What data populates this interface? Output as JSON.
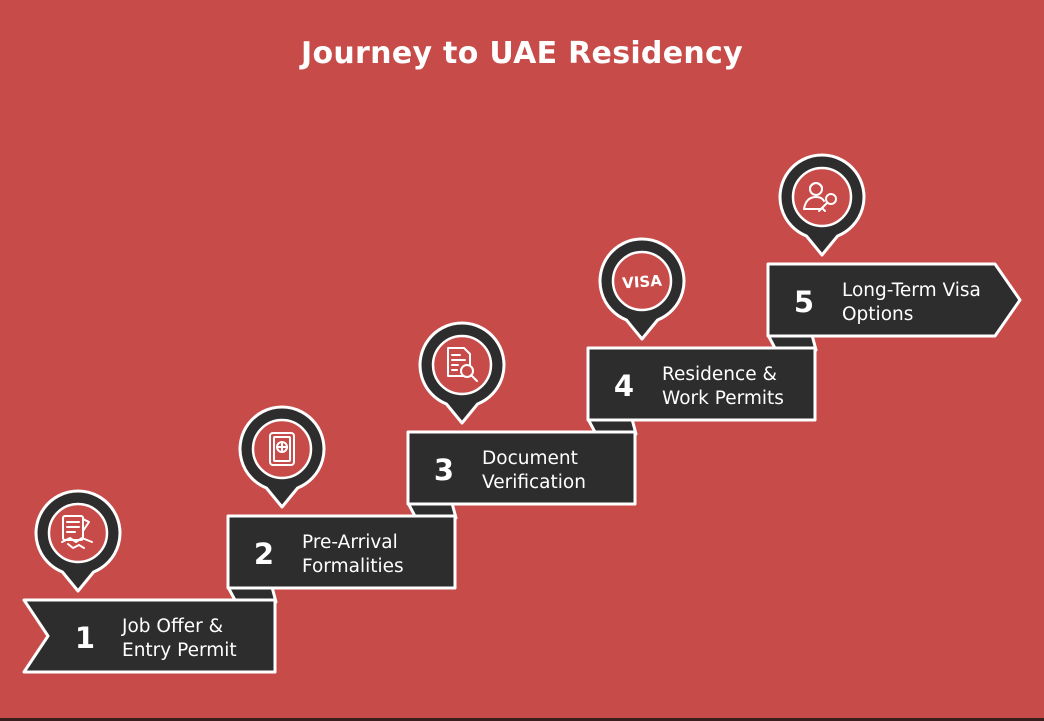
{
  "title": "Journey to UAE Residency",
  "colors": {
    "background": "#c74b48",
    "block": "#2d2d2d",
    "outline": "#ffffff"
  },
  "steps": [
    {
      "number": "1",
      "line1": "Job Offer &",
      "line2": "Entry Permit",
      "icon": "contract-handshake-icon"
    },
    {
      "number": "2",
      "line1": "Pre-Arrival",
      "line2": "Formalities",
      "icon": "passport-icon"
    },
    {
      "number": "3",
      "line1": "Document",
      "line2": "Verification",
      "icon": "document-search-icon"
    },
    {
      "number": "4",
      "line1": "Residence &",
      "line2": "Work Permits",
      "icon": "visa-icon",
      "icon_text": "VISA"
    },
    {
      "number": "5",
      "line1": "Long-Term Visa",
      "line2": "Options",
      "icon": "person-key-icon"
    }
  ]
}
